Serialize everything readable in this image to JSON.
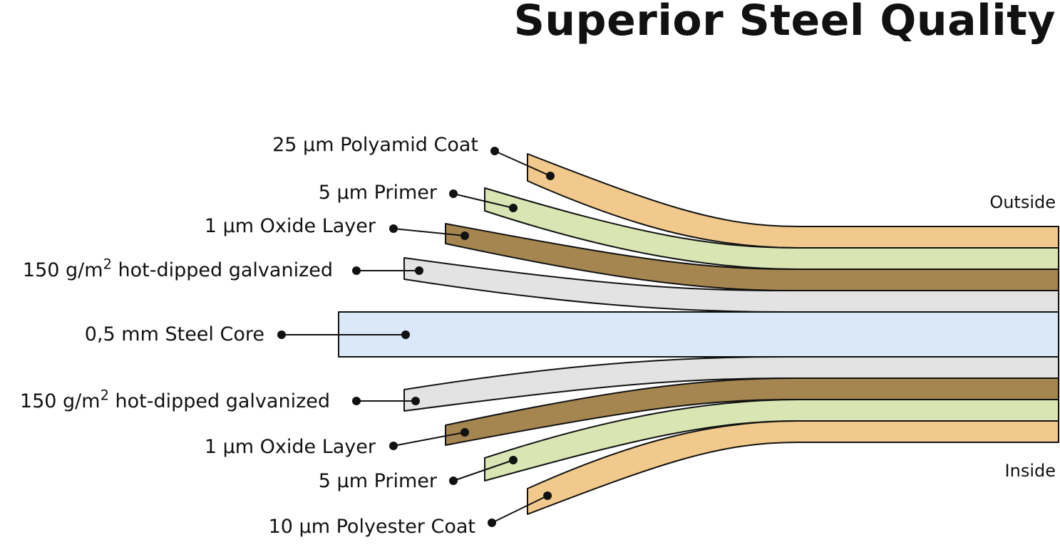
{
  "title": "Superior Steel Quality",
  "side_labels": {
    "outside": "Outside",
    "inside": "Inside"
  },
  "colors": {
    "coat": "#f1c98c",
    "primer": "#d9e6b4",
    "oxide": "#a58651",
    "galvanized": "#e3e3e3",
    "core": "#dae8f7",
    "stroke": "#111111"
  },
  "layers_top": [
    {
      "id": "coat-top",
      "label": "25 µm Polyamid Coat"
    },
    {
      "id": "primer-top",
      "label": "5 µm Primer"
    },
    {
      "id": "oxide-top",
      "label": "1 µm Oxide Layer"
    },
    {
      "id": "galv-top",
      "label_main": "150 g/m",
      "label_sup": "2",
      "label_tail": " hot-dipped galvanized"
    }
  ],
  "core": {
    "label": "0,5 mm Steel Core"
  },
  "layers_bottom": [
    {
      "id": "galv-bottom",
      "label_main": "150 g/m",
      "label_sup": "2",
      "label_tail": " hot-dipped galvanized"
    },
    {
      "id": "oxide-bottom",
      "label": "1 µm Oxide Layer"
    },
    {
      "id": "primer-bottom",
      "label": "5 µm Primer"
    },
    {
      "id": "coat-bottom",
      "label": "10 µm Polyester Coat"
    }
  ]
}
